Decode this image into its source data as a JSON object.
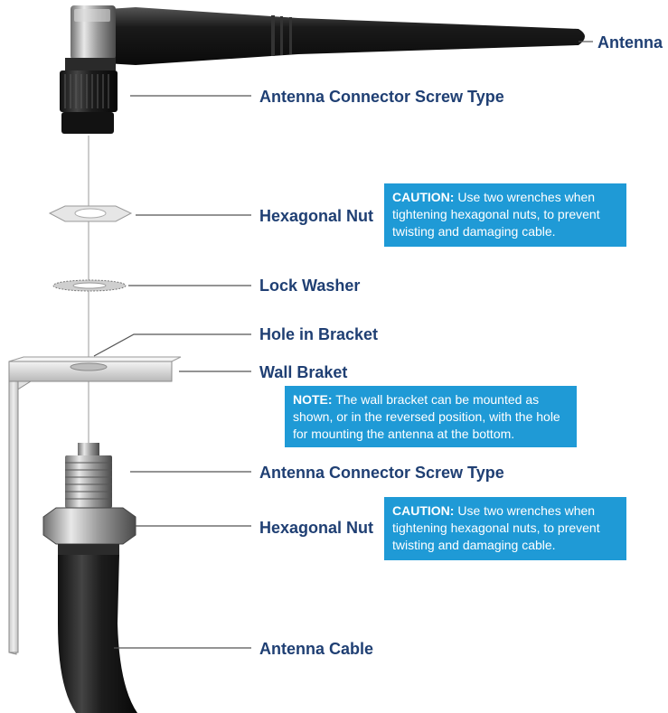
{
  "labels": {
    "antenna": "Antenna",
    "connector_top": "Antenna Connector Screw Type",
    "hex_nut_top": "Hexagonal Nut",
    "lock_washer": "Lock Washer",
    "hole_in_bracket": "Hole in Bracket",
    "wall_bracket": "Wall Braket",
    "connector_bottom": "Antenna Connector Screw Type",
    "hex_nut_bottom": "Hexagonal Nut",
    "antenna_cable": "Antenna Cable"
  },
  "notes": {
    "caution_top": {
      "prefix": "CAUTION:",
      "text": " Use two wrenches when tightening hexagonal nuts, to prevent twisting and damaging cable."
    },
    "note_bracket": {
      "prefix": "NOTE:",
      "text": " The wall bracket can be mounted as shown, or in the reversed position, with the hole for mounting the antenna at the bottom."
    },
    "caution_bottom": {
      "prefix": "CAUTION:",
      "text": " Use two wrenches when tightening hexagonal nuts, to prevent twisting and damaging cable."
    }
  },
  "colors": {
    "label_text": "#1f3f73",
    "note_background": "#1f9ad6",
    "leader_line": "#555555"
  }
}
